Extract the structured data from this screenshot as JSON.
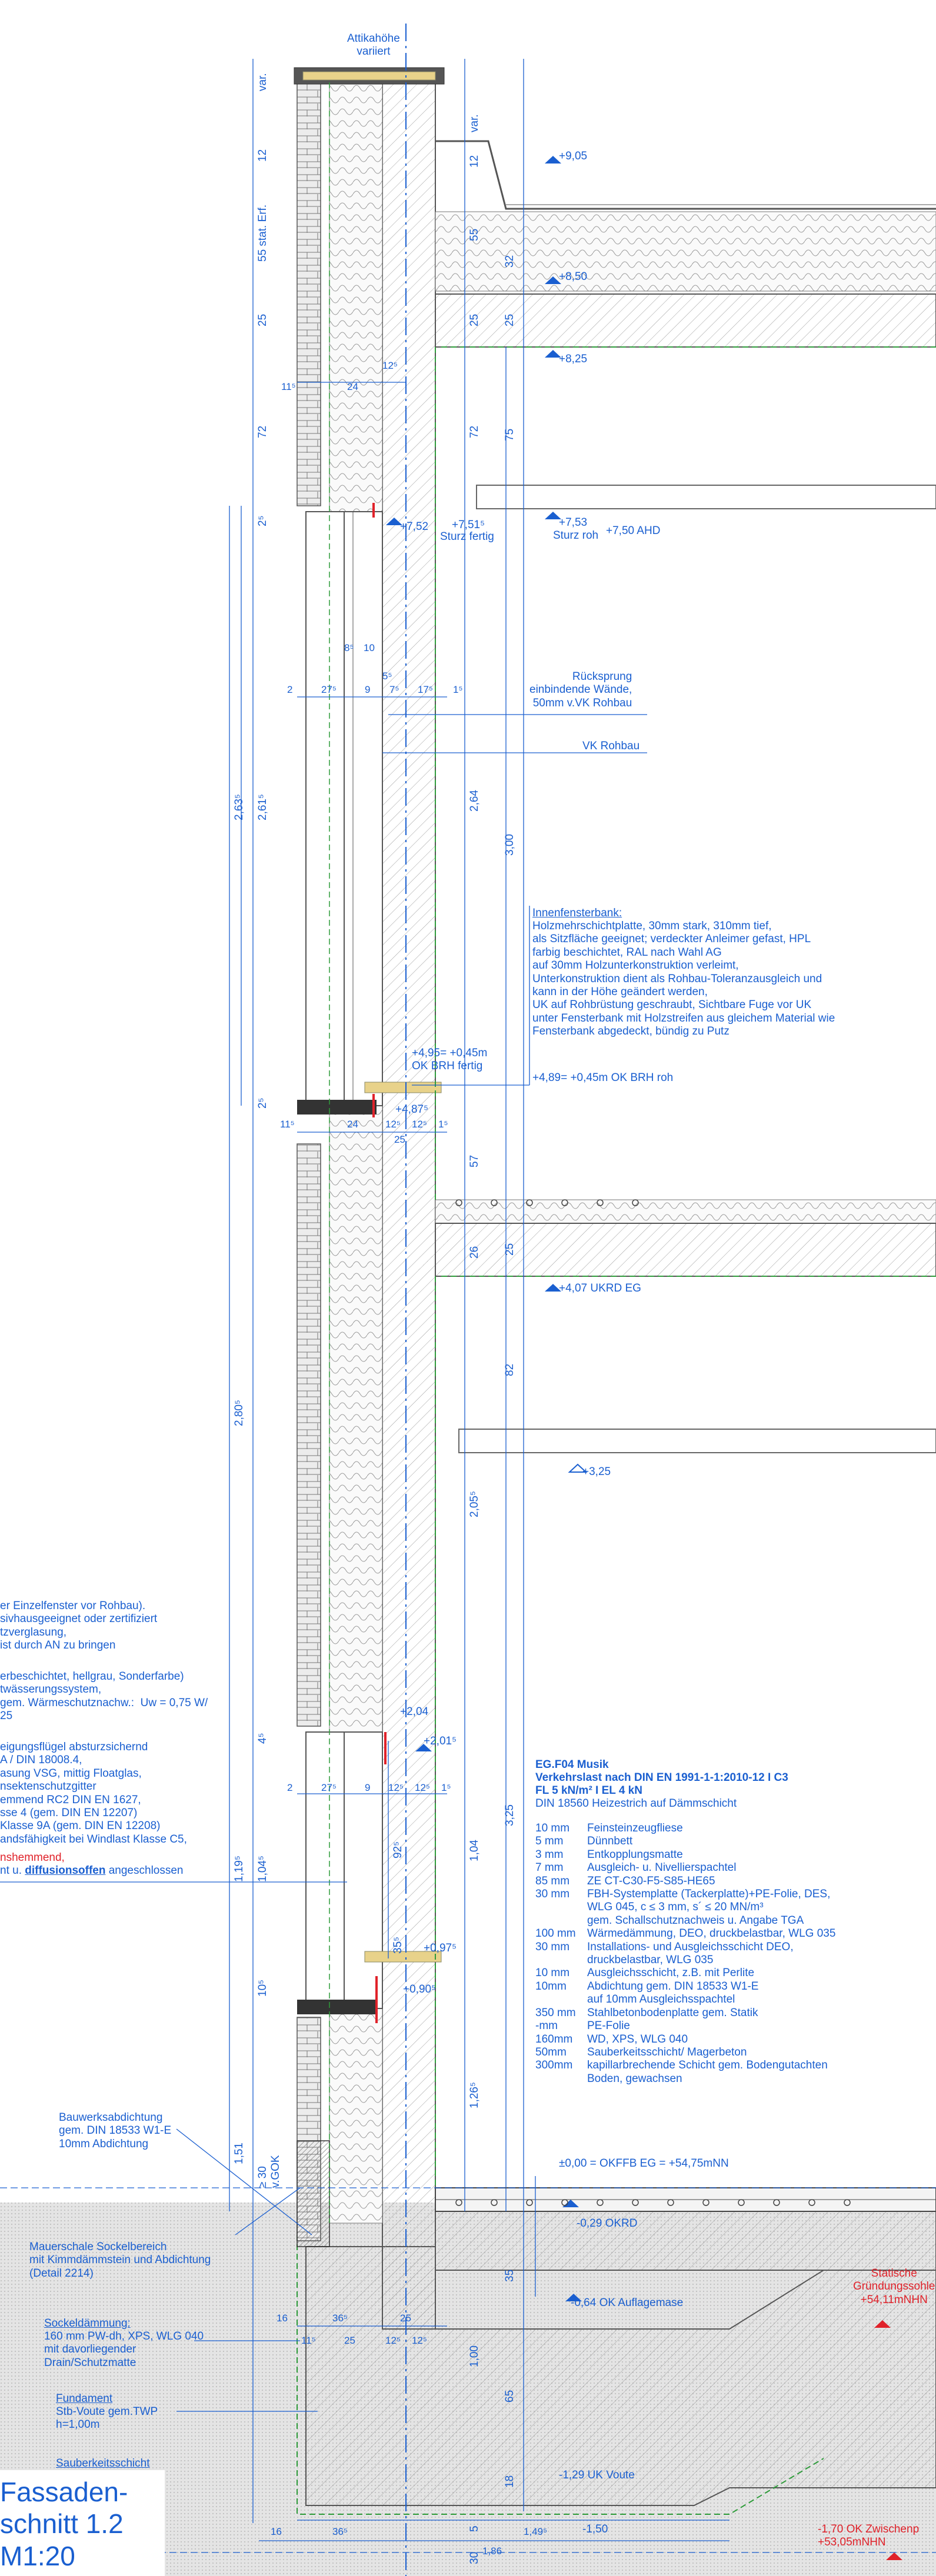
{
  "title": {
    "line1": "Fassaden-",
    "line2": "schnitt 1.2",
    "line3": "M1:20"
  },
  "top_notes": {
    "attika": "Attikahöhe\nvariiert"
  },
  "levels": {
    "l905": "+9,05",
    "l850": "+8,50",
    "l825": "+8,25",
    "sturz_roh_val": "+7,53",
    "sturz_roh": "Sturz roh",
    "ahd": "+7,50 AHD",
    "sturz_fertig_val": "+7,51⁵",
    "sturz_fertig": "Sturz fertig",
    "l752": "+7,52",
    "brh_fertig": "+4,95= +0,45m\nOK BRH fertig",
    "brh_roh": "+4,89= +0,45m OK BRH roh",
    "l4875": "+4,87⁵",
    "ukrd": "+4,07 UKRD EG",
    "l325": "+3,25",
    "l204": "+2,04",
    "l2015": "+2,01⁵",
    "l0975": "+0,97⁵",
    "l090": "+0,90⁵",
    "okffb": "±0,00  = OKFFB EG = +54,75mNN",
    "okrd": "-0,29 OKRD",
    "auflager": "-0,64 OK Auflagemase",
    "static_label": "Statische\nGründungssohle\n+54,11mNHN",
    "fundament_uk": "-1,29 UK Voute",
    "l150": "-1,50",
    "zwischen": "-1,70 OK Zwischenp\n+53,05mNHN"
  },
  "callouts": {
    "ruecksprung": "Rücksprung\neinbindende Wände,\n50mm v.VK Rohbau",
    "vk_rohbau": "VK Rohbau",
    "fensterbank_title": "Innenfensterbank:",
    "fensterbank_text": "Holzmehrschichtplatte, 30mm stark, 310mm tief,\nals Sitzfläche geeignet; verdeckter Anleimer gefast, HPL\nfarbig beschichtet, RAL nach Wahl AG\nauf 30mm Holzunterkonstruktion verleimt,\nUnterkonstruktion dient als Rohbau-Toleranzausgleich und\nkann in der Höhe geändert werden,\nUK auf Rohbrüstung geschraubt, Sichtbare Fuge vor UK\nunter Fensterbank mit Holzstreifen aus gleichem Material wie\nFensterbank abgedeckt, bündig zu Putz",
    "window_left_1": "er Einzelfenster vor Rohbau).\nsivhausgeeignet oder zertifiziert\ntzverglasung,\nist durch AN zu bringen",
    "window_left_2": "erbeschichtet, hellgrau, Sonderfarbe)\ntwässerungssystem,\ngem. Wärmeschutznachw.:  Uw = 0,75 W/\n25",
    "window_left_3": "eigungsflügel absturzsichernd\nA / DIN 18008.4,\nasung VSG, mittig Floatglas,\nnsektenschutzgitter\nemmend RC2 DIN EN 1627,\nsse 4 (gem. DIN EN 12207)\nKlasse 9A (gem. DIN EN 12208)\nandsfähigkeit bei Windlast Klasse C5,",
    "window_left_red": "nshemmend,",
    "window_left_last_a": "nt u. ",
    "window_left_last_b": "diffusionsoffen",
    "window_left_last_c": " angeschlossen",
    "bauwerk": "Bauwerksabdichtung\ngem. DIN 18533 W1-E\n10mm Abdichtung",
    "mauerschale": "Mauerschale Sockelbereich\nmit Kimmdämmstein und Abdichtung\n(Detail 2214)",
    "sockel_title": "Sockeldämmung:",
    "sockel_text": "160 mm PW-dh, XPS, WLG 040\nmit davorliegender\nDrain/Schutzmatte",
    "fundament_title": "Fundament",
    "fundament_text": "Stb-Voute gem.TWP\nh=1,00m",
    "sauber": "Sauberkeitsschicht"
  },
  "floor_buildup": {
    "title": "EG.F04 Musik",
    "line1": "Verkehrslast nach DIN EN 1991-1-1:2010-12 I C3",
    "line2": "FL 5 kN/m² I EL 4 kN",
    "line3": "DIN 18560 Heizestrich auf Dämmschicht",
    "layers": [
      {
        "t": "10 mm",
        "d": "Feinsteinzeugfliese"
      },
      {
        "t": "5 mm",
        "d": "Dünnbett"
      },
      {
        "t": "3 mm",
        "d": "Entkopplungsmatte"
      },
      {
        "t": "7 mm",
        "d": "Ausgleich- u. Nivellierspachtel"
      },
      {
        "t": "85 mm",
        "d": "ZE CT-C30-F5-S85-HE65"
      },
      {
        "t": "30 mm",
        "d": "FBH-Systemplatte (Tackerplatte)+PE-Folie, DES,\nWLG 045, c ≤ 3 mm, s´ ≤ 20 MN/m³\ngem. Schallschutznachweis u. Angabe TGA"
      },
      {
        "t": "100 mm",
        "d": "Wärmedämmung, DEO, druckbelastbar, WLG 035"
      },
      {
        "t": "30 mm",
        "d": "Installations- und Ausgleichsschicht DEO,\ndruckbelastbar, WLG 035"
      },
      {
        "t": "10 mm",
        "d": "Ausgleichsschicht, z.B. mit Perlite"
      },
      {
        "t": "10mm",
        "d": "Abdichtung gem. DIN 18533 W1-E\nauf 10mm Ausgleichsspachtel"
      },
      {
        "t": "350 mm",
        "d": "Stahlbetonbodenplatte gem. Statik"
      },
      {
        "t": "-mm",
        "d": "PE-Folie"
      },
      {
        "t": "160mm",
        "d": "WD, XPS, WLG 040"
      },
      {
        "t": "50mm",
        "d": "Sauberkeitsschicht/ Magerbeton"
      },
      {
        "t": "300mm",
        "d": "kapillarbrechende Schicht gem. Bodengutachten\nBoden, gewachsen"
      }
    ]
  },
  "dims_vertical": {
    "var1": "var.",
    "d12": "12",
    "d55": "55 stat. Erf.",
    "d25": "25",
    "d72": "72",
    "d2a": "2⁵",
    "d263": "2,63⁵",
    "d261": "2,61⁵",
    "d2b": "2⁵",
    "d280": "2,80⁵",
    "d4": "4⁵",
    "d119": "1,19⁵",
    "d104": "1,04⁵",
    "d10": "10⁵",
    "d151": "1,51",
    "dvgok": "≥ 30\nv.GOK",
    "var2": "var.",
    "r12": "12",
    "r55": "55",
    "r25a": "25",
    "r72": "72",
    "r264": "2,64",
    "r300": "3,00",
    "r57": "57",
    "r25b": "25",
    "r82": "82",
    "r205": "2,05⁵",
    "r325": "3,25",
    "r104": "1,04",
    "r126": "1,26⁵",
    "r35": "35",
    "r100": "1,00",
    "r65": "65",
    "s32": "32",
    "s25": "25",
    "s75": "75",
    "s26": "26",
    "s18": "18",
    "s30": "30",
    "s5": "5",
    "i92": "92⁵",
    "i35": "35⁵"
  },
  "dims_horizontal": {
    "h11": "11⁵",
    "h24": "24",
    "h12": "12⁵",
    "h8": "8⁵",
    "h10": "10",
    "h5": "5⁵",
    "h2": "2",
    "h27": "27⁵",
    "h9": "9",
    "h7": "7⁵",
    "h17": "17⁵",
    "h1": "1⁵",
    "m11": "11⁵",
    "m24": "24",
    "m12a": "12⁵",
    "m12b": "12⁵",
    "m1": "1⁵",
    "m25": "25",
    "n2": "2",
    "n27": "27⁵",
    "n9": "9",
    "n12a": "12⁵",
    "n12b": "12⁵",
    "n1": "1⁵",
    "b16": "16",
    "b36": "36⁵",
    "b25": "25",
    "c11": "11⁵",
    "c25": "25",
    "c12a": "12⁵",
    "c12b": "12⁵",
    "f16": "16",
    "f36": "36⁵",
    "f149": "1,49⁵",
    "f186": "1,86"
  },
  "colors": {
    "annotation": "#1a5fd0",
    "insulation_green": "#2e9b3a",
    "red": "#e0222a",
    "hatch": "#8a8a8a",
    "timber": "#e8d28a"
  }
}
